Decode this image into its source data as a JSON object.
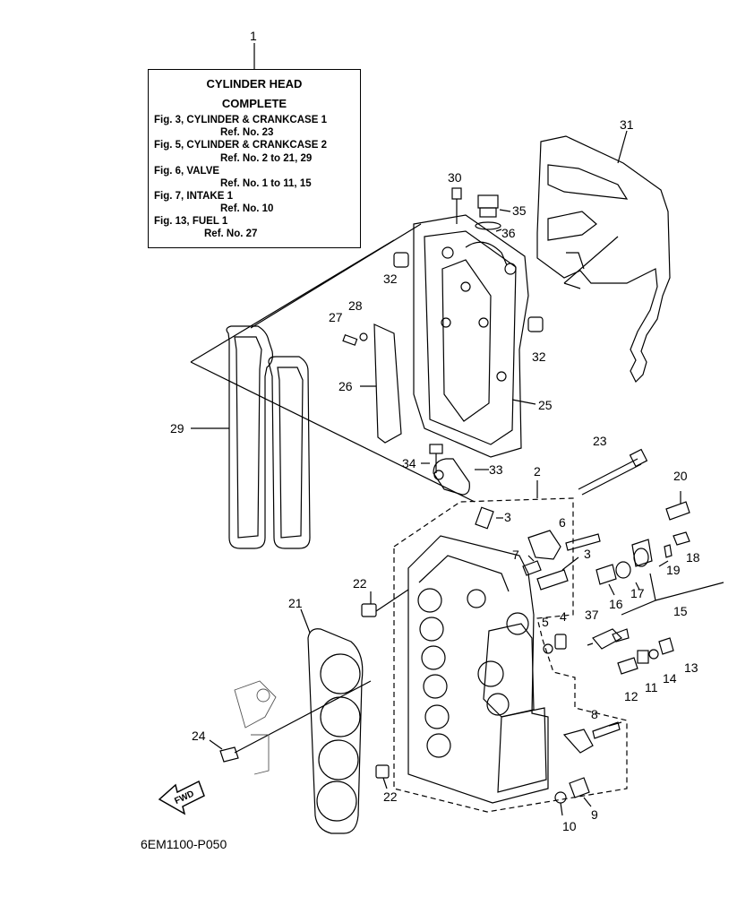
{
  "reference_box": {
    "title_line1": "CYLINDER HEAD",
    "title_line2": "COMPLETE",
    "entries": [
      {
        "fig": "Fig. 3, CYLINDER & CRANKCASE 1",
        "ref": "Ref. No. 23"
      },
      {
        "fig": "Fig. 5, CYLINDER & CRANKCASE 2",
        "ref": "Ref. No. 2 to 21, 29"
      },
      {
        "fig": "Fig. 6, VALVE",
        "ref": "Ref. No. 1 to 11, 15"
      },
      {
        "fig": "Fig. 7, INTAKE 1",
        "ref": "Ref. No. 10"
      },
      {
        "fig": "Fig. 13, FUEL 1",
        "ref": "Ref. No. 27"
      }
    ]
  },
  "callouts": {
    "n1": "1",
    "n2": "2",
    "n3a": "3",
    "n3b": "3",
    "n4": "4",
    "n5": "5",
    "n6": "6",
    "n7": "7",
    "n8": "8",
    "n9": "9",
    "n10": "10",
    "n11": "11",
    "n12": "12",
    "n13": "13",
    "n14": "14",
    "n15": "15",
    "n16": "16",
    "n17": "17",
    "n18": "18",
    "n19": "19",
    "n20": "20",
    "n21": "21",
    "n22a": "22",
    "n22b": "22",
    "n23": "23",
    "n24": "24",
    "n25": "25",
    "n26": "26",
    "n27": "27",
    "n28": "28",
    "n29": "29",
    "n30": "30",
    "n31": "31",
    "n32a": "32",
    "n32b": "32",
    "n33": "33",
    "n34": "34",
    "n35": "35",
    "n36": "36",
    "n37": "37"
  },
  "fwd_label": "FWD",
  "diagram_code": "6EM1100-P050"
}
